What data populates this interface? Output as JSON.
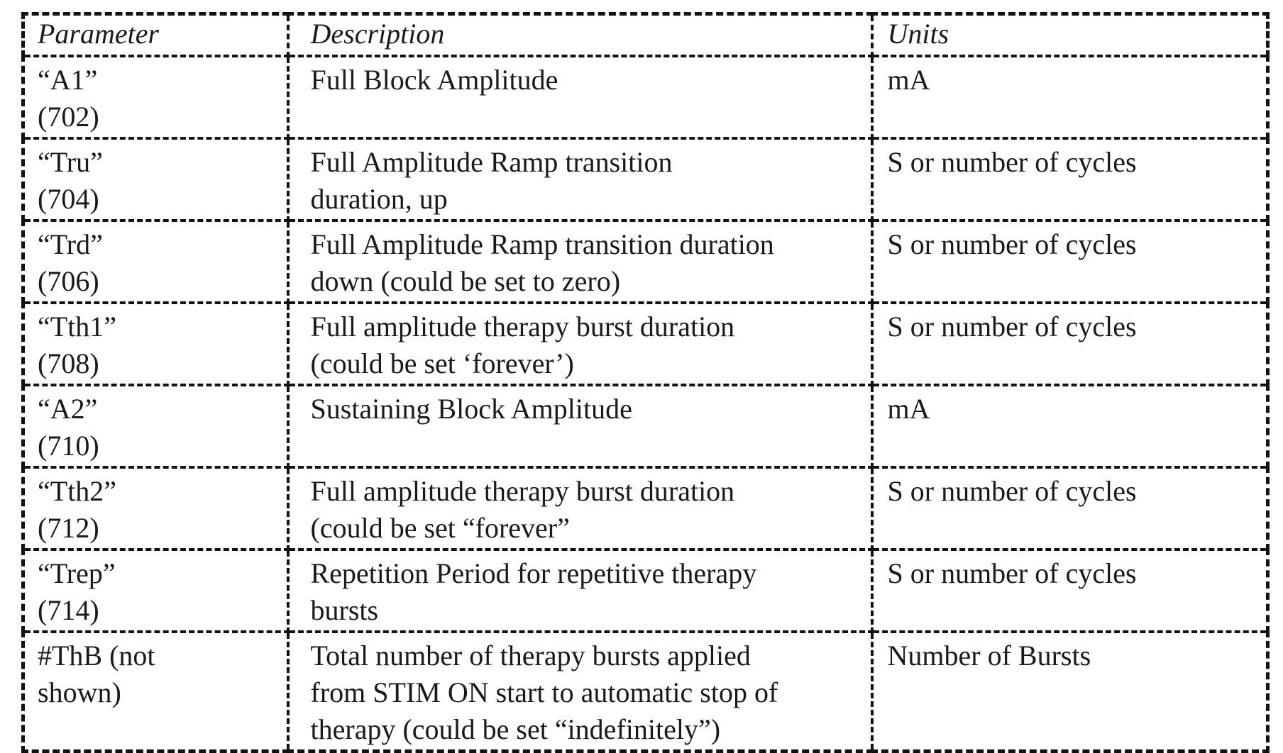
{
  "page": {
    "background": "#ffffff"
  },
  "table": {
    "border_color": "#121212",
    "text_color": "#1a1a1a",
    "header": {
      "parameter": "Parameter",
      "description": "Description",
      "units": "Units"
    },
    "rows": [
      {
        "parameter": "“A1”\n(702)",
        "description": "Full Block Amplitude",
        "units": "mA"
      },
      {
        "parameter": "“Tru”\n(704)",
        "description": "Full Amplitude Ramp transition\nduration, up",
        "units": "S or number of cycles"
      },
      {
        "parameter": "“Trd”\n(706)",
        "description": "Full Amplitude Ramp transition duration\ndown (could be set to zero)",
        "units": "S or number of cycles"
      },
      {
        "parameter": "“Tth1”\n(708)",
        "description": "Full amplitude therapy burst duration\n(could be set ‘forever’)",
        "units": "S or number of cycles"
      },
      {
        "parameter": "“A2”\n(710)",
        "description": "Sustaining Block Amplitude",
        "units": "mA"
      },
      {
        "parameter": "“Tth2”\n(712)",
        "description": "Full amplitude therapy burst duration\n(could be set “forever”",
        "units": "S or number of cycles"
      },
      {
        "parameter": "“Trep”\n(714)",
        "description": "Repetition Period for repetitive therapy\nbursts",
        "units": "S or number of cycles"
      },
      {
        "parameter": "#ThB (not\nshown)",
        "description": "Total number of therapy bursts applied\nfrom STIM ON start to automatic stop of\ntherapy (could be set “indefinitely”)",
        "units": "Number of Bursts"
      }
    ]
  }
}
